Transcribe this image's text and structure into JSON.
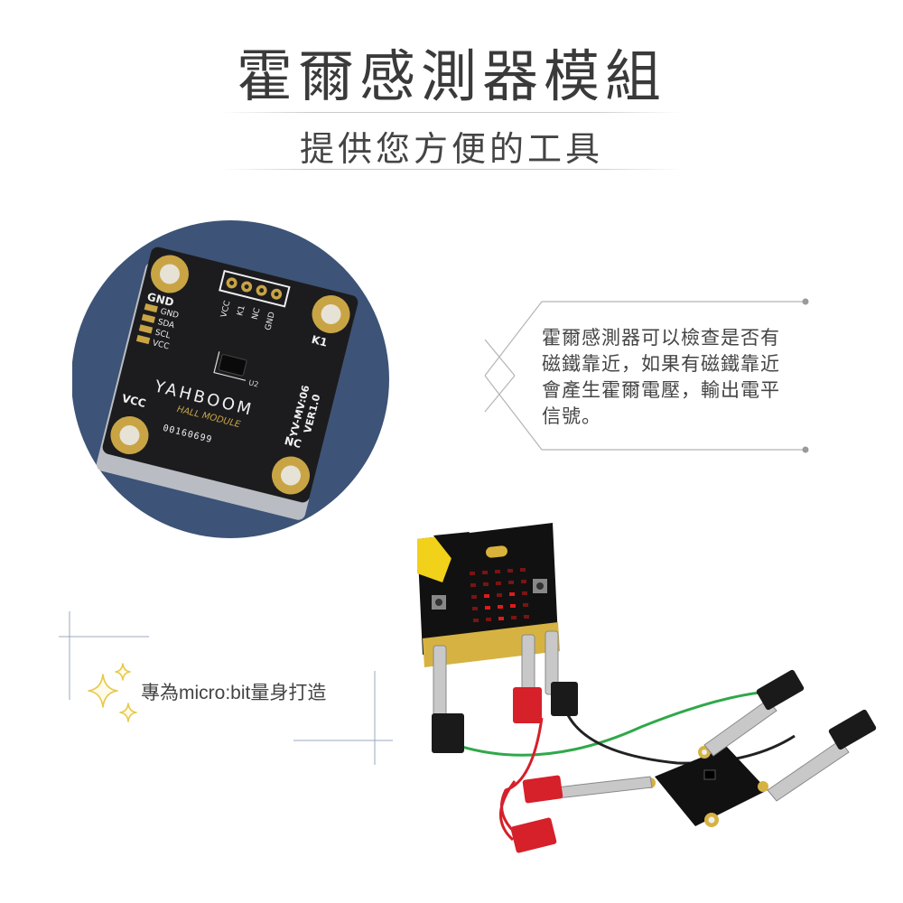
{
  "header": {
    "title": "霍爾感測器模組",
    "subtitle": "提供您方便的工具"
  },
  "description": {
    "lines": [
      "霍爾感測器可以檢查是否有",
      "磁鐵靠近，如果有磁鐵靠近",
      "會產生霍爾電壓，輸出電平",
      "信號。"
    ]
  },
  "tagline": "專為micro:bit量身打造",
  "module_board": {
    "brand": "YAHBOOM",
    "product": "HALL MODULE",
    "serial": "00160699",
    "version": "YV-MV:06",
    "revision": "VER1.0",
    "chip": "U2",
    "corner_labels": [
      "GND",
      "K1",
      "VCC",
      "NC"
    ],
    "header_pins": [
      "VCC",
      "K1",
      "NC",
      "GND"
    ],
    "side_pins": [
      "GND",
      "SDA",
      "SCL",
      "VCC"
    ]
  },
  "colors": {
    "circle_bg": "#3d5377",
    "pcb": "#1c1c1e",
    "pad_gold": "#c9a445",
    "clip_red": "#d6202a",
    "wire_green": "#2fa84a",
    "sparkle": "#e8c84a"
  }
}
